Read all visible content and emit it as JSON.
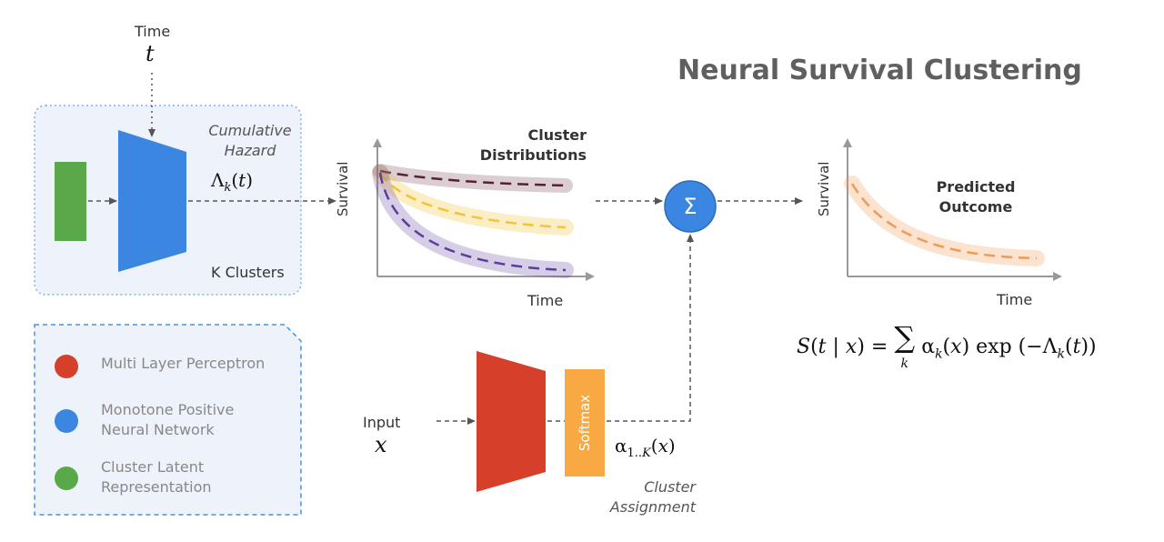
{
  "title": "Neural Survival Clustering",
  "time_input": {
    "label": "Time",
    "var": "t"
  },
  "encoder": {
    "output_label": "Cumulative Hazard",
    "output_symbol": "Λk(t)",
    "repeat_label": "K Clusters"
  },
  "cluster_chart": {
    "title": "Cluster Distributions",
    "ylabel": "Survival",
    "xlabel": "Time"
  },
  "sum_symbol": "Σ",
  "outcome_chart": {
    "title": "Predicted Outcome",
    "ylabel": "Survival",
    "xlabel": "Time"
  },
  "formula": "S(t | x) = Σk αk(x) exp(−Λk(t))",
  "input": {
    "label": "Input",
    "var": "x"
  },
  "assignment": {
    "softmax_label": "Softmax",
    "symbol": "α1..K(x)",
    "label": "Cluster Assignment"
  },
  "legend": {
    "items": [
      {
        "label": "Multi Layer Perceptron",
        "color": "#d6402b"
      },
      {
        "label": "Monotone Positive Neural Network",
        "color": "#3a86e0"
      },
      {
        "label": "Cluster Latent Representation",
        "color": "#59a84a"
      }
    ]
  },
  "colors": {
    "mlp": "#d6402b",
    "monotone": "#3a86e0",
    "latent": "#59a84a",
    "softmax": "#f8a944",
    "panel_bg": "#eef2fa",
    "panel_border": "#86b0e6",
    "curve_1": "#5a1f33",
    "curve_2": "#f2c43c",
    "curve_3": "#5c3d9c",
    "outcome_curve": "#ef9a55"
  }
}
